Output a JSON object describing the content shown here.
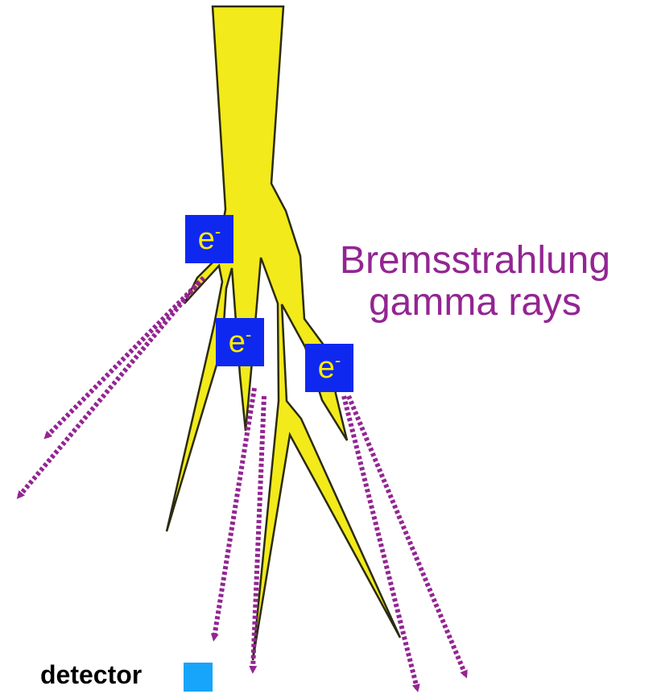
{
  "label": {
    "line1": "Bremsstrahlung",
    "line2": "gamma rays"
  },
  "electron_symbol": "e",
  "electron_charge": "-",
  "detector_label": "detector",
  "colors": {
    "shower_fill": "#f2ea1a",
    "shower_stroke": "#2b2b10",
    "electron_box": "#0e28f0",
    "electron_text": "#ffeb00",
    "photon": "#932592",
    "label_text": "#932592",
    "detector": "#16a5fa"
  },
  "icons": [
    "electron-box",
    "photon-arrow",
    "detector-square"
  ]
}
